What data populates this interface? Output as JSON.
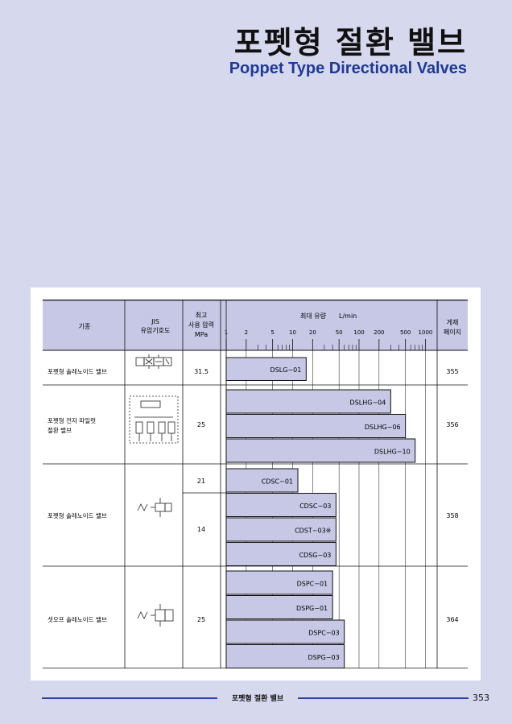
{
  "page": {
    "title_ko": "포펫형 절환 밸브",
    "title_en": "Poppet Type Directional Valves",
    "footer_title": "포펫형 절환 밸브",
    "page_number": "353"
  },
  "table": {
    "headers": {
      "type": "기종",
      "jis_line1": "JIS",
      "jis_line2": "유압기호도",
      "pressure_line1": "최고",
      "pressure_line2": "사용 압력",
      "pressure_line3": "MPa",
      "flow": "최대 유량",
      "flow_unit": "L/min",
      "page_line1": "게재",
      "page_line2": "페이지"
    },
    "scale_ticks": [
      "1",
      "2",
      "5",
      "10",
      "20",
      "50",
      "100",
      "200",
      "500",
      "1000"
    ],
    "groups": [
      {
        "type": [
          "포펫형 솔레노이드 밸브"
        ],
        "pressure": [
          "31.5"
        ],
        "page": "355",
        "bars": [
          {
            "label": "DSLG−01",
            "flow": 16
          }
        ]
      },
      {
        "type": [
          "포펫형 전자 파일럿",
          "절환 밸브"
        ],
        "pressure": [
          "25"
        ],
        "page": "356",
        "bars": [
          {
            "label": "DSLHG−04",
            "flow": 300
          },
          {
            "label": "DSLHG−06",
            "flow": 500
          },
          {
            "label": "DSLHG−10",
            "flow": 700
          }
        ]
      },
      {
        "type": [
          "포펫형 솔레노이드 밸브"
        ],
        "pressure": [
          "21",
          "14"
        ],
        "page": "358",
        "bars": [
          {
            "label": "CDSC−01",
            "flow": 12
          },
          {
            "label": "CDSC−03",
            "flow": 45
          },
          {
            "label": "CDST−03※",
            "flow": 45
          },
          {
            "label": "CDSG−03",
            "flow": 45
          }
        ]
      },
      {
        "type": [
          "셧오프 솔레노이드 밸브"
        ],
        "pressure": [
          "25"
        ],
        "page": "364",
        "bars": [
          {
            "label": "DSPC−01",
            "flow": 40
          },
          {
            "label": "DSPG−01",
            "flow": 40
          },
          {
            "label": "DSPC−03",
            "flow": 60
          },
          {
            "label": "DSPG−03",
            "flow": 60
          }
        ]
      }
    ]
  },
  "colors": {
    "bar_fill": "#c6c8e6",
    "header_fill": "#c6c8e6",
    "page_bg": "#d6d8ee",
    "accent": "#1f3a93"
  }
}
